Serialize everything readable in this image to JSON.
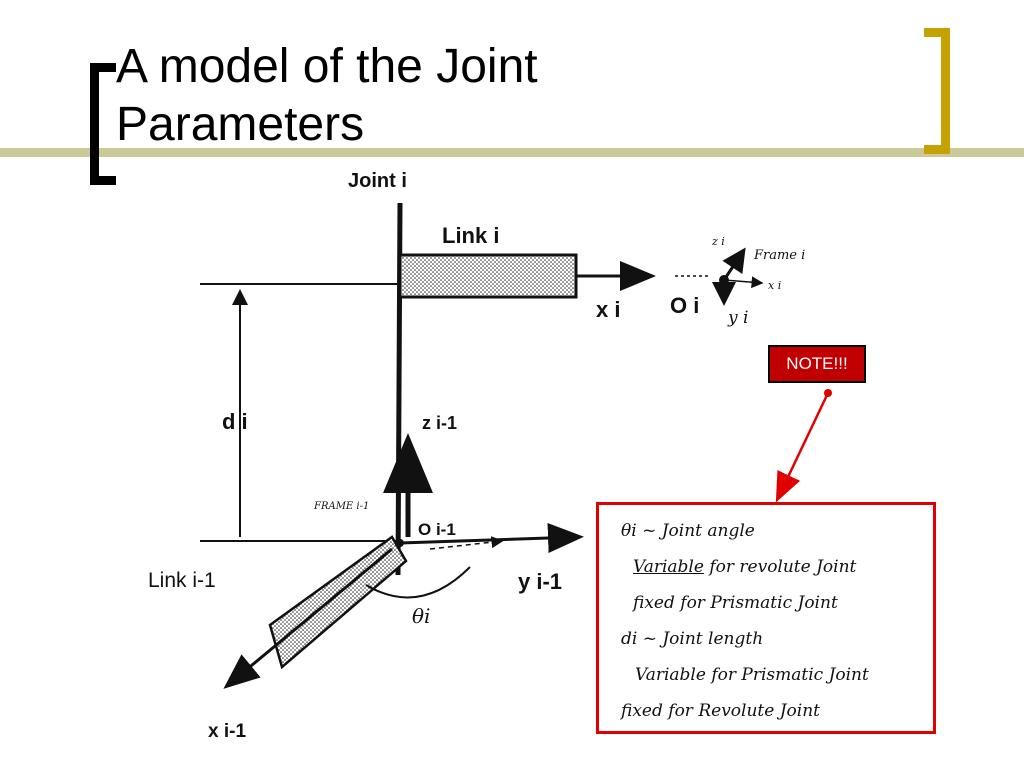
{
  "slide": {
    "title_line1": "A model of the Joint",
    "title_line2": "Parameters",
    "accent_color": "#c6a200",
    "rule_color": "#c9c99a"
  },
  "diagram": {
    "joint_label": "Joint i",
    "link_i_label": "Link i",
    "x_i_label": "x i",
    "o_i_label": "O i",
    "y_i_small": "y i",
    "z_i_small": "z i",
    "x_i_small": "x i",
    "frame_i_label": "Frame i",
    "d_i_label": "d i",
    "z_prev_label": "z i-1",
    "frame_prev_label": "FRAME i-1",
    "o_prev_label": "O i-1",
    "link_prev_label": "Link i-1",
    "y_prev_label": "y i-1",
    "theta_label": "θi",
    "x_prev_label": "x i-1"
  },
  "note": {
    "badge": "NOTE!!!",
    "badge_color": "#c00000",
    "box_color": "#e00000",
    "lines": {
      "l1": "θi ~ Joint angle",
      "l2_underlined": "Variable",
      "l2_rest": " for revolute Joint",
      "l3": "fixed for Prismatic Joint",
      "l4": "di ~ Joint length",
      "l5": "Variable for Prismatic Joint",
      "l6": "fixed for Revolute Joint"
    }
  }
}
